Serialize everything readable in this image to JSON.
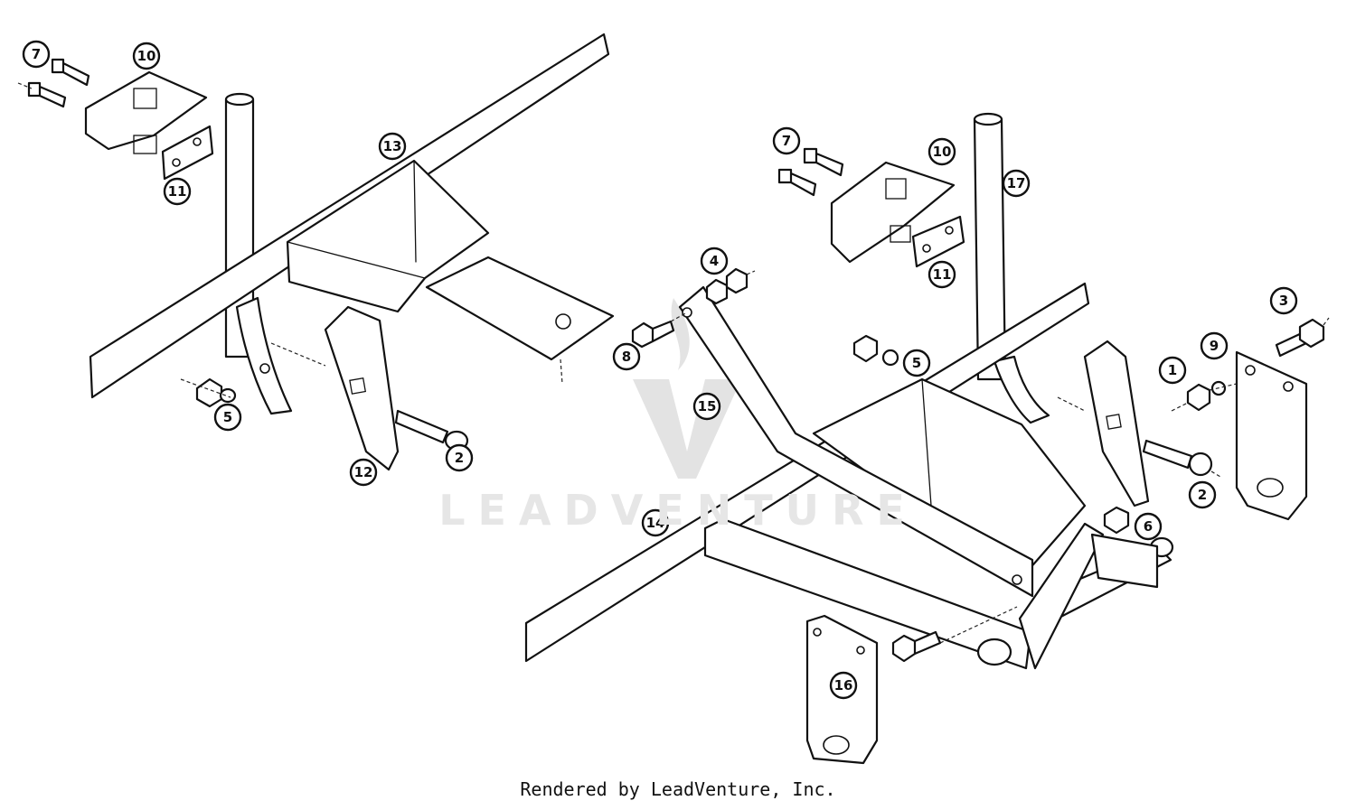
{
  "diagram": {
    "footer": "Rendered by LeadVenture, Inc.",
    "watermark": "LEADVENTURE",
    "callouts": [
      {
        "id": "7",
        "label": "7"
      },
      {
        "id": "10",
        "label": "10"
      },
      {
        "id": "11",
        "label": "11"
      },
      {
        "id": "13",
        "label": "13"
      },
      {
        "id": "5",
        "label": "5"
      },
      {
        "id": "12",
        "label": "12"
      },
      {
        "id": "2",
        "label": "2"
      },
      {
        "id": "7",
        "label": "7"
      },
      {
        "id": "10",
        "label": "10"
      },
      {
        "id": "17",
        "label": "17"
      },
      {
        "id": "11",
        "label": "11"
      },
      {
        "id": "4",
        "label": "4"
      },
      {
        "id": "8",
        "label": "8"
      },
      {
        "id": "5",
        "label": "5"
      },
      {
        "id": "15",
        "label": "15"
      },
      {
        "id": "3",
        "label": "3"
      },
      {
        "id": "9",
        "label": "9"
      },
      {
        "id": "1",
        "label": "1"
      },
      {
        "id": "2",
        "label": "2"
      },
      {
        "id": "6",
        "label": "6"
      },
      {
        "id": "14",
        "label": "14"
      },
      {
        "id": "16",
        "label": "16"
      }
    ]
  }
}
